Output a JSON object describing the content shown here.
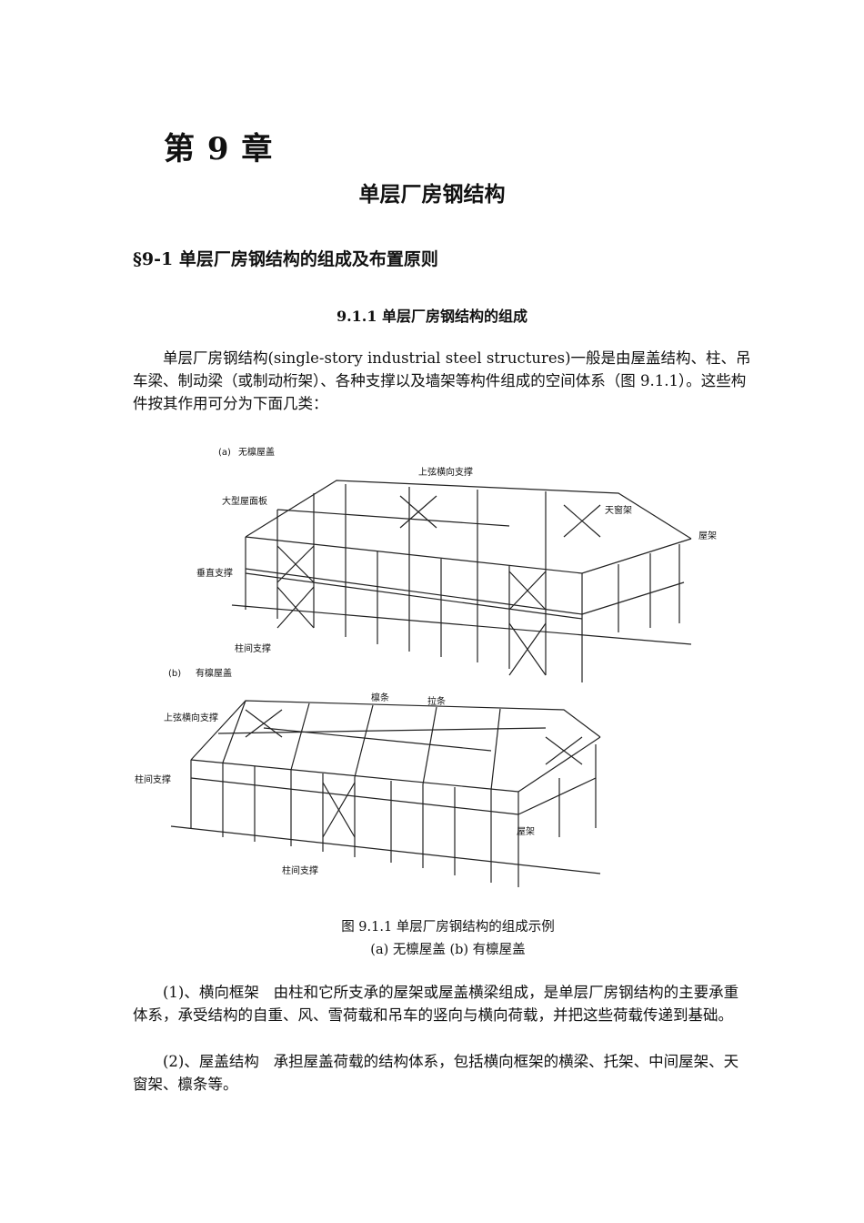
{
  "chapter": "第 9 章",
  "title": "单层厂房钢结构",
  "section": "§9-1  单层厂房钢结构的组成及布置原则",
  "subsection": "9.1.1  单层厂房钢结构的组成",
  "intro": "单层厂房钢结构(single-story industrial steel structures)一般是由屋盖结构、柱、吊车梁、制动梁（或制动桁架）、各种支撑以及墙架等构件组成的空间体系（图 9.1.1）。这些构件按其作用可分为下面几类：",
  "figure": {
    "a": {
      "tag": "(a)",
      "name": "无檩屋盖",
      "labels": {
        "top_chord_bracing": "上弦横向支撑",
        "roof_panel": "大型屋面板",
        "skylight": "天窗架",
        "truss": "屋架",
        "vertical_bracing": "垂直支撑",
        "column_bracing": "柱间支撑"
      }
    },
    "b": {
      "tag": "(b)",
      "name": "有檩屋盖",
      "labels": {
        "purlin": "檩条",
        "tie_rod": "拉条",
        "top_chord_bracing": "上弦横向支撑",
        "column_bracing_left": "柱间支撑",
        "truss": "屋架",
        "column_bracing_bottom": "柱间支撑"
      }
    },
    "caption_line1": "图 9.1.1  单层厂房钢结构的组成示例",
    "caption_line2": "(a) 无檩屋盖      (b)  有檩屋盖"
  },
  "items": [
    {
      "head": "(1)、横向框架",
      "body": "由柱和它所支承的屋架或屋盖横梁组成，是单层厂房钢结构的主要承重体系，承受结构的自重、风、雪荷载和吊车的竖向与横向荷载，并把这些荷载传递到基础。"
    },
    {
      "head": "(2)、屋盖结构",
      "body": "承担屋盖荷载的结构体系，包括横向框架的横梁、托架、中间屋架、天窗架、檩条等。"
    }
  ]
}
